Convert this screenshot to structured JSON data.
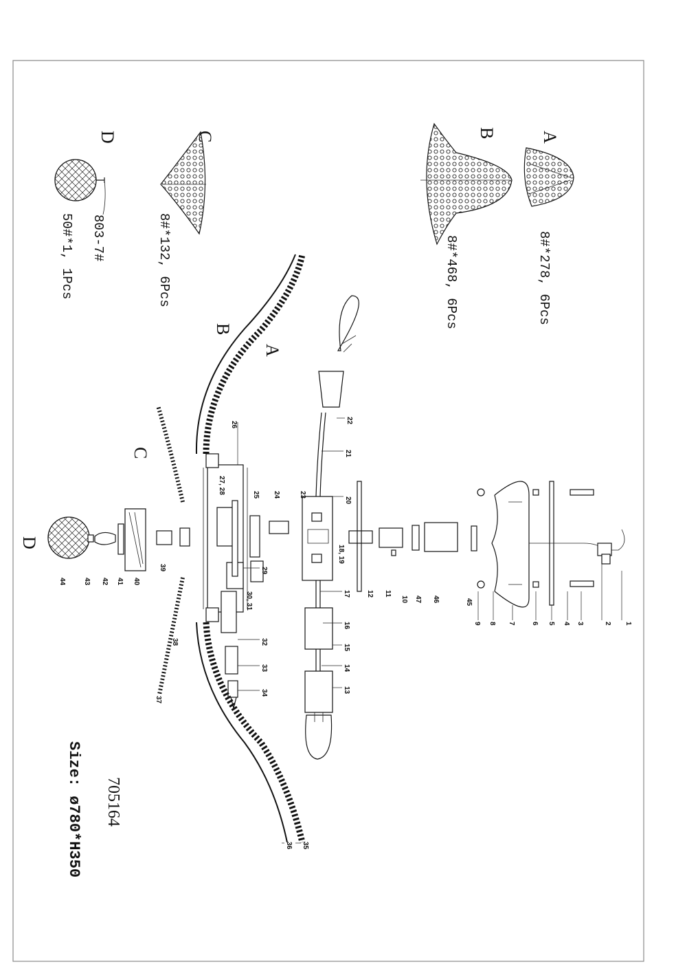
{
  "model": "705164",
  "size_text": "Size: ø780*H350",
  "crystal_sets": [
    {
      "letter": "A",
      "quantity": "8#*278,   6Pcs"
    },
    {
      "letter": "B",
      "quantity": "8#*468,   6Pcs"
    },
    {
      "letter": "C",
      "quantity": "8#*132,   6Pcs"
    },
    {
      "letter": "D",
      "quantity": "50#*1,   1Pcs",
      "part_code": "803-7#"
    }
  ],
  "assembly_letters": [
    "A",
    "B",
    "C",
    "D"
  ],
  "callouts": [
    "1",
    "2",
    "3",
    "4",
    "5",
    "6",
    "7",
    "8",
    "9",
    "10",
    "11",
    "12",
    "13",
    "14",
    "15",
    "16",
    "17",
    "18, 19",
    "20",
    "21",
    "22",
    "23",
    "24",
    "25",
    "26",
    "27, 28",
    "29",
    "30, 31",
    "32",
    "33",
    "34",
    "35",
    "36",
    "37",
    "38",
    "39",
    "40",
    "41",
    "42",
    "43",
    "44",
    "45",
    "46",
    "47"
  ],
  "colors": {
    "line": "#111111",
    "paper": "#ffffff",
    "border": "#888888"
  }
}
